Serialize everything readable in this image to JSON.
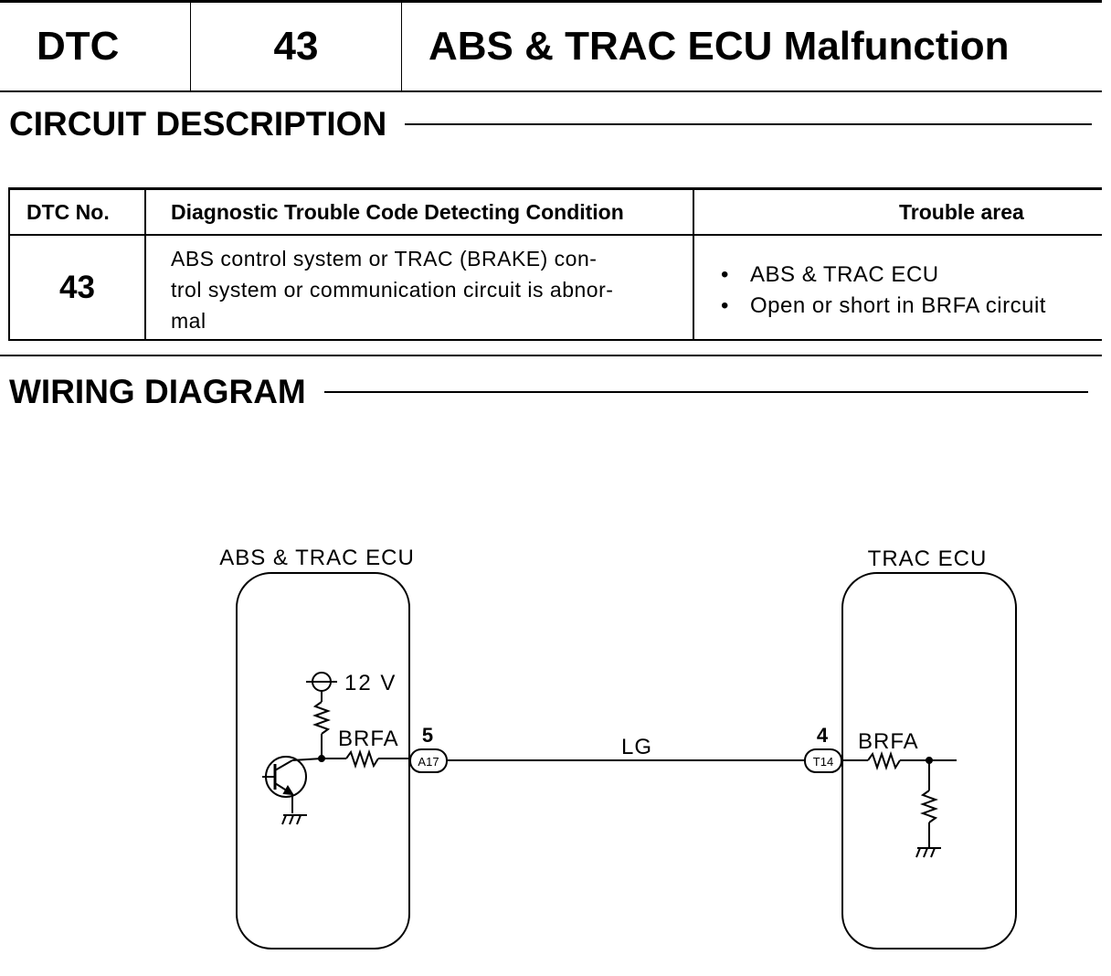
{
  "header": {
    "label": "DTC",
    "code": "43",
    "title": "ABS & TRAC ECU Malfunction"
  },
  "circuit_description": {
    "heading": "CIRCUIT DESCRIPTION",
    "columns": {
      "dtc_no": "DTC No.",
      "condition": "Diagnostic Trouble Code Detecting Condition",
      "trouble_area": "Trouble area"
    },
    "row": {
      "dtc_no": "43",
      "condition_lines": [
        "ABS control system or TRAC (BRAKE) con-",
        "trol system or communication circuit is abnor-",
        "mal"
      ],
      "trouble_areas": [
        "ABS & TRAC ECU",
        "Open or short in BRFA circuit"
      ]
    }
  },
  "wiring_diagram": {
    "heading": "WIRING DIAGRAM",
    "left_ecu": "ABS & TRAC ECU",
    "right_ecu": "TRAC ECU",
    "supply": "12 V",
    "left_signal": "BRFA",
    "right_signal": "BRFA",
    "left_pin": "5",
    "left_connector": "A17",
    "right_pin": "4",
    "right_connector": "T14",
    "wire_color": "LG"
  }
}
